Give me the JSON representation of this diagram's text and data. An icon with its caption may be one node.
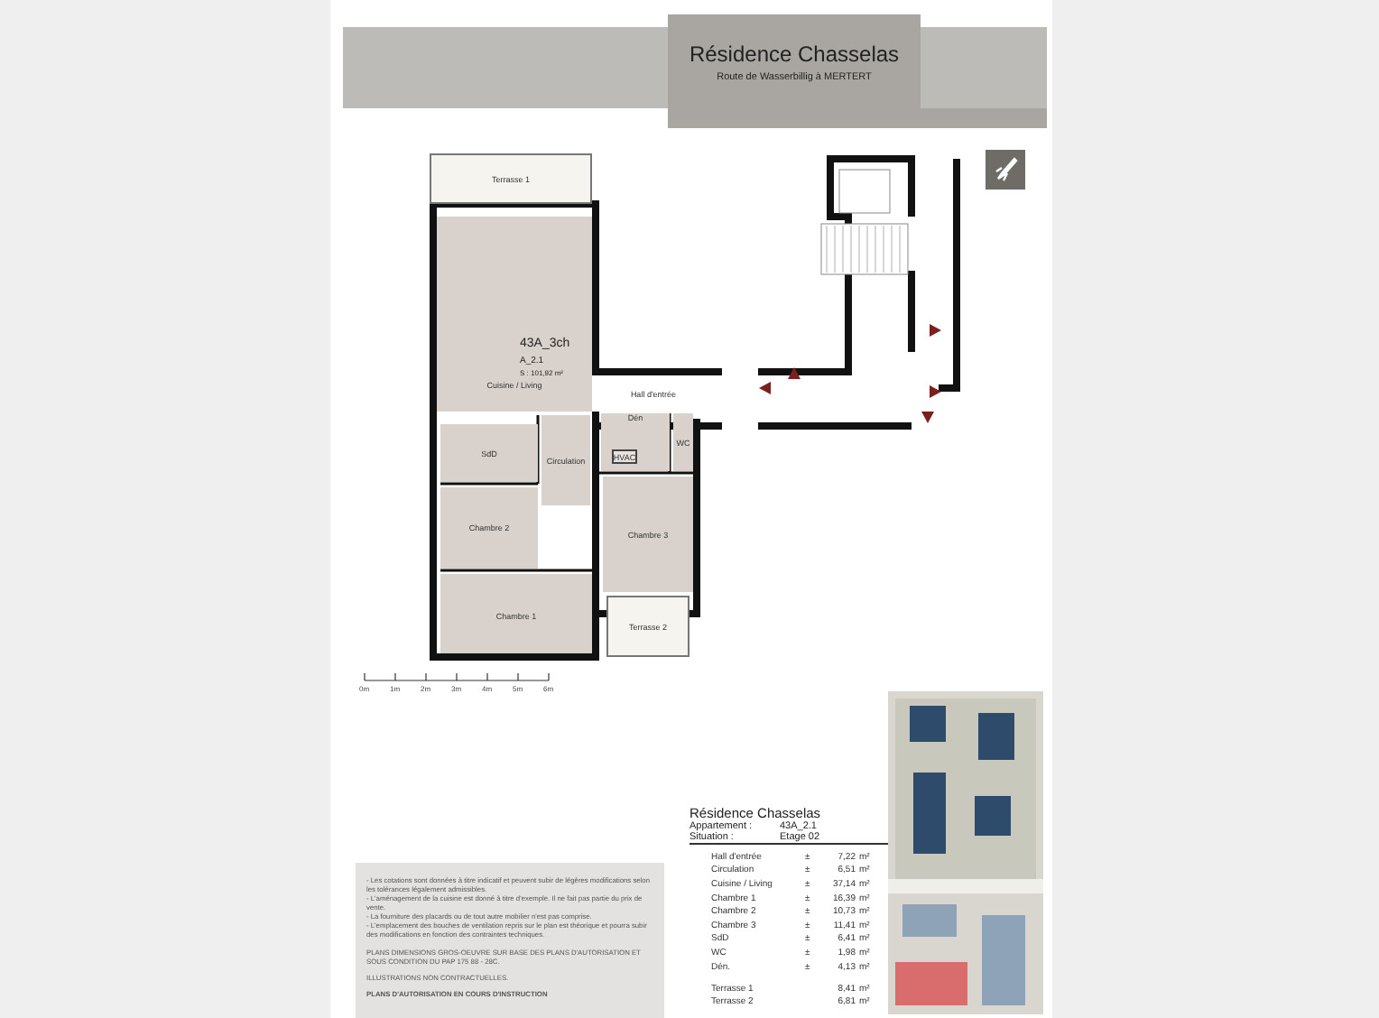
{
  "diagram": {
    "title": "Résidence Chasselas",
    "nodes": [
      {
        "text": [
          "Terrasse 1"
        ]
      },
      {
        "text": [
          "Cuisine / Living"
        ]
      },
      {
        "text": [
          "Hall d'entrée"
        ]
      },
      {
        "text": [
          "SdD"
        ]
      },
      {
        "text": [
          "Circulation"
        ]
      },
      {
        "text": [
          "Dén"
        ]
      },
      {
        "text": [
          "HVAC"
        ],
        "in": 5
      },
      {
        "text": [
          "WC"
        ]
      },
      {
        "text": [
          "Chambre 2"
        ]
      },
      {
        "text": [
          "Chambre 3"
        ]
      },
      {
        "text": [
          "Chambre 1"
        ]
      },
      {
        "text": [
          "Terrasse 2"
        ]
      }
    ],
    "labels": [
      "Route de Wasserbillig à MERTERT",
      "43A_3ch",
      "A_2.1",
      "S : 101,92 m²",
      "0m",
      "1m",
      "2m",
      "3m",
      "4m",
      "5m",
      "6m",
      "Résidence Chasselas",
      "Appartement :",
      "43A_2.1",
      "Situation :",
      "Etage 02",
      "Hall d'entrée",
      "±",
      "7,22",
      "m²",
      "Circulation",
      "±",
      "6,51",
      "m²",
      "Cuisine / Living",
      "±",
      "37,14",
      "m²",
      "Chambre 1",
      "±",
      "16,39",
      "m²",
      "Chambre 2",
      "±",
      "10,73",
      "m²",
      "Chambre 3",
      "±",
      "11,41",
      "m²",
      "SdD",
      "±",
      "6,41",
      "m²",
      "WC",
      "±",
      "1,98",
      "m²",
      "Dén.",
      "±",
      "4,13",
      "m²",
      "Terrasse 1",
      "8,41",
      "m²",
      "Terrasse 2",
      "6,81",
      "m²",
      "- Les cotations sont données à titre indicatif et peuvent subir de légères modifications selon les tolérances légalement admissibles.",
      "- L'aménagement de la cuisine est donné à titre d'exemple. Il ne fait pas partie du prix de vente.",
      "- La fourniture des placards ou de tout autre mobilier n'est pas comprise.",
      "- L'emplacement des bouches de ventilation repris sur le plan est théorique et pourra subir des modifications en fonction des contraintes techniques.",
      "PLANS DIMENSIONS GROS-OEUVRE SUR BASE DES PLANS D'AUTORISATION ET SOUS CONDITION DU PAP 175 88 - 28C.",
      "ILLUSTRATIONS NON CONTRACTUELLES.",
      "PLANS D'AUTORISATION EN COURS D'INSTRUCTION"
    ]
  }
}
